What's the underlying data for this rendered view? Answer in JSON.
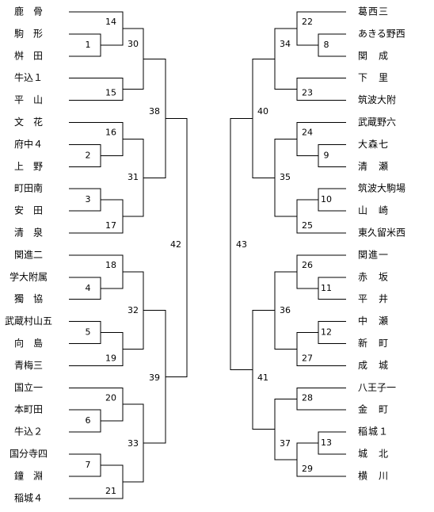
{
  "left_teams": [
    "鹿　骨",
    "駒　形",
    "桝　田",
    "牛込１",
    "平　山",
    "文　花",
    "府中４",
    "上　野",
    "町田南",
    "安　田",
    "清　泉",
    "関進二",
    "学大附属",
    "獨　協",
    "武蔵村山五",
    "向　島",
    "青梅三",
    "国立一",
    "本町田",
    "牛込２",
    "国分寺四",
    "鐘　淵",
    "稲城４"
  ],
  "right_teams": [
    "葛西三",
    "あきる野西",
    "関　成",
    "下　里",
    "筑波大附",
    "武蔵野六",
    "大森七",
    "清　瀬",
    "筑波大駒場",
    "山　崎",
    "東久留米西",
    "関進一",
    "赤　坂",
    "平　井",
    "中　瀬",
    "新　町",
    "成　城",
    "八王子一",
    "金　町",
    "稲城１",
    "城　北",
    "横　川"
  ],
  "left_matches": {
    "r1": [
      "1",
      "2",
      "3",
      "4",
      "5",
      "6",
      "7"
    ],
    "r2": [
      "14",
      "15",
      "16",
      "17",
      "18",
      "19",
      "20",
      "21"
    ],
    "r3": [
      "30",
      "31",
      "32",
      "33"
    ],
    "r4": [
      "38",
      "39"
    ],
    "semi": "42"
  },
  "right_matches": {
    "r1": [
      "8",
      "9",
      "10",
      "11",
      "12",
      "13"
    ],
    "r2": [
      "22",
      "23",
      "24",
      "25",
      "26",
      "27",
      "28",
      "29"
    ],
    "r3": [
      "34",
      "35",
      "36",
      "37"
    ],
    "r4": [
      "40",
      "41"
    ],
    "semi": "43"
  }
}
